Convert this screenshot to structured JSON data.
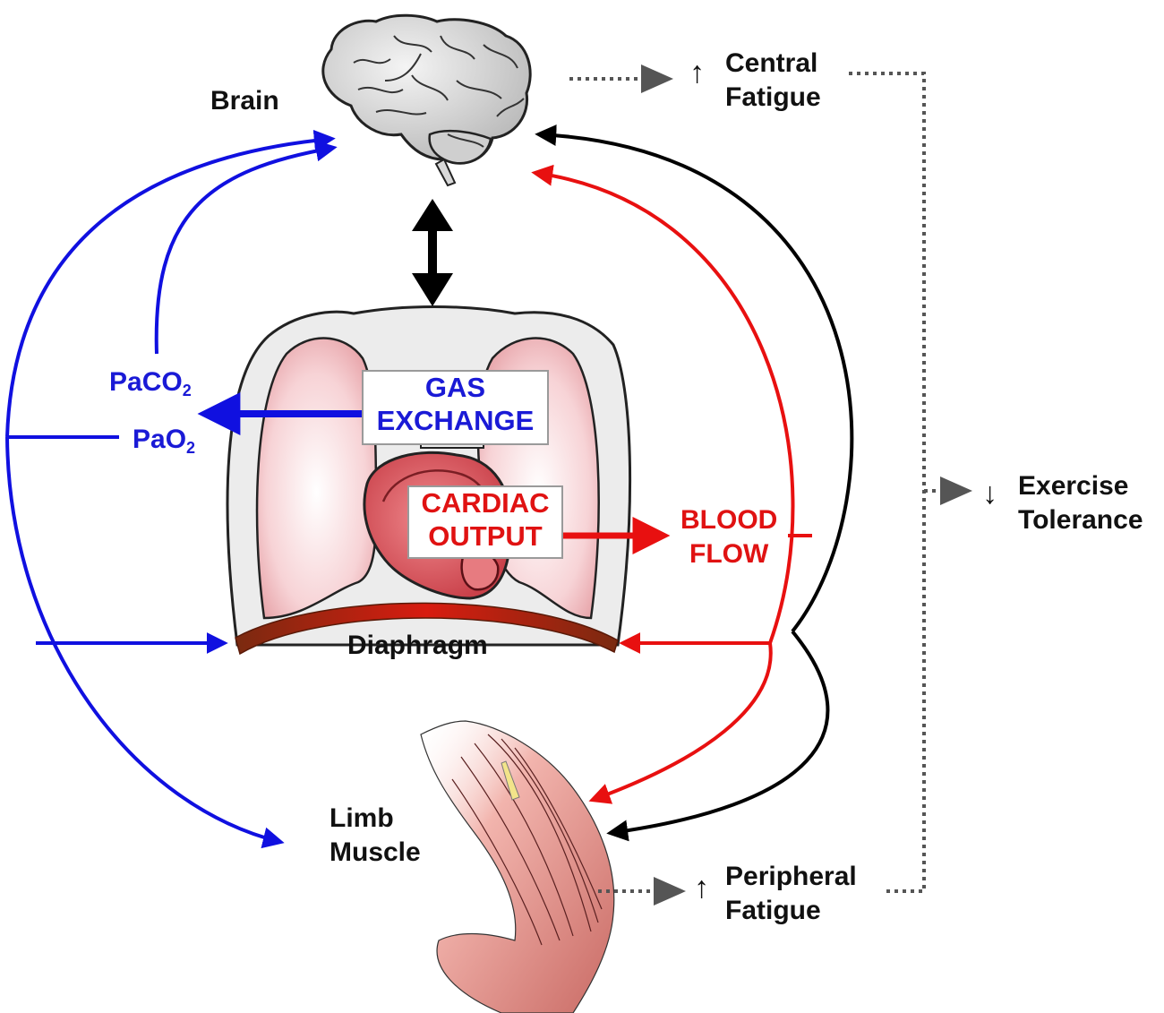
{
  "labels": {
    "brain": "Brain",
    "central_fatigue": [
      "Central",
      "Fatigue"
    ],
    "gas_exchange": [
      "GAS",
      "EXCHANGE"
    ],
    "paco2": {
      "main": "PaCO",
      "sub": "2"
    },
    "pao2": {
      "main": "PaO",
      "sub": "2"
    },
    "cardiac_output": [
      "CARDIAC",
      "OUTPUT"
    ],
    "blood_flow": [
      "BLOOD",
      "FLOW"
    ],
    "exercise_tolerance": [
      "Exercise",
      "Tolerance"
    ],
    "diaphragm": "Diaphragm",
    "limb_muscle": [
      "Limb",
      "Muscle"
    ],
    "peripheral_fatigue": [
      "Peripheral",
      "Fatigue"
    ]
  },
  "indicators": {
    "central_fatigue": "↑",
    "exercise_tolerance": "↓",
    "peripheral_fatigue": "↑"
  },
  "colors": {
    "blue_pathway": "#1010e0",
    "red_pathway": "#e81010",
    "black_pathway": "#000000",
    "dotted_pathway": "#555555"
  }
}
